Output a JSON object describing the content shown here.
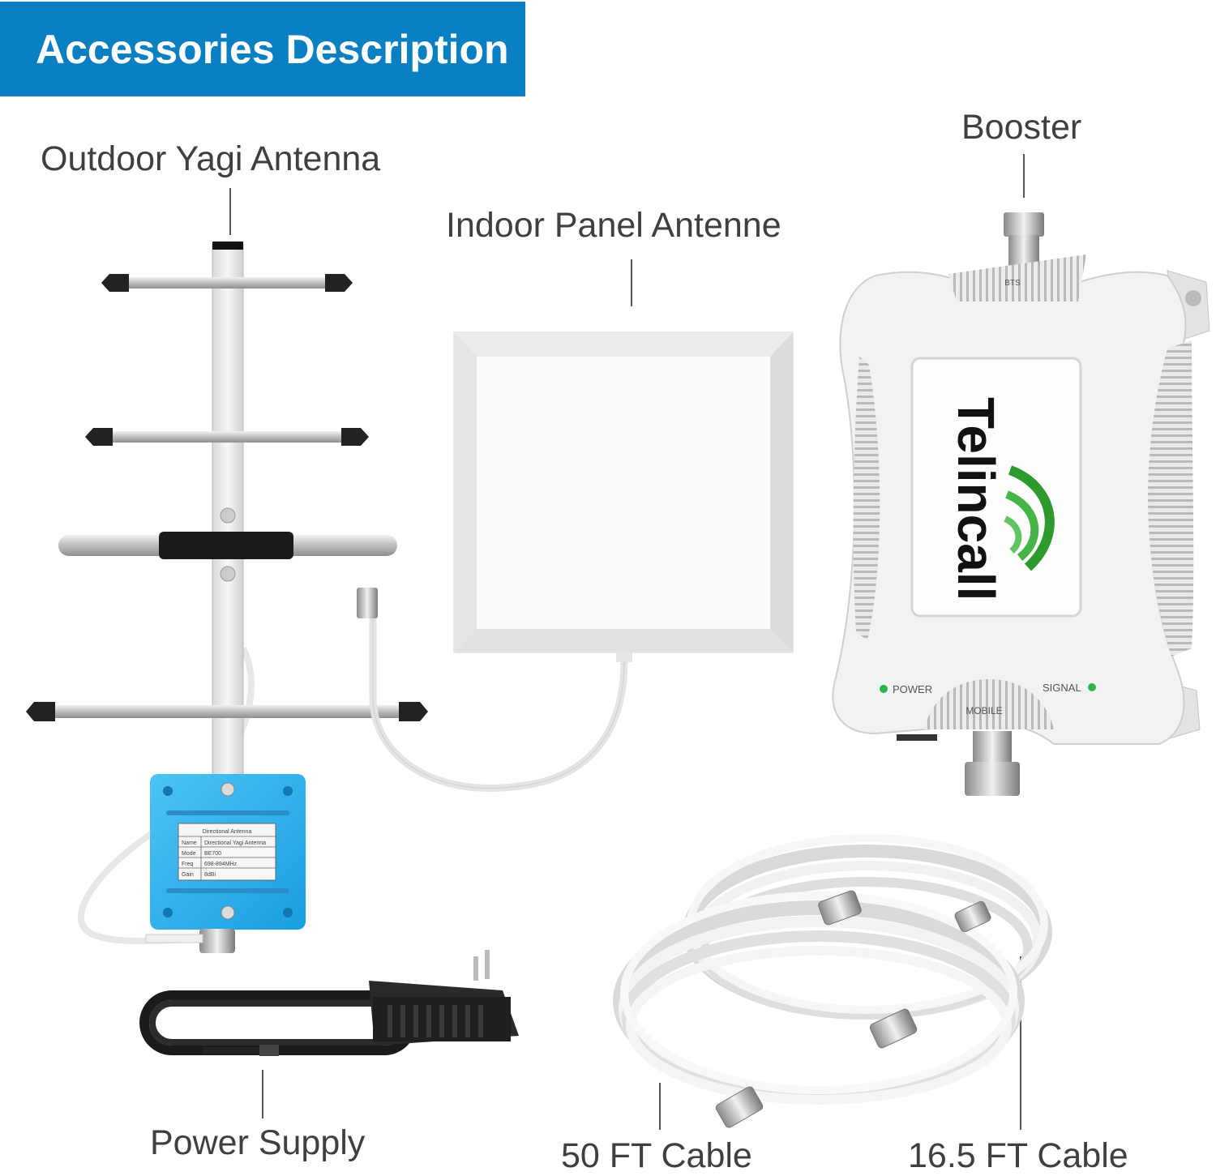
{
  "banner": {
    "title": "Accessories Description",
    "color": "#0a7fc2"
  },
  "labels": {
    "outdoor_antenna": "Outdoor Yagi Antenna",
    "indoor_antenna": "Indoor Panel Antenne",
    "booster": "Booster",
    "power_supply": "Power Supply",
    "cable_50": "50 FT Cable",
    "cable_16": "16.5 FT Cable"
  },
  "yagi_plate": {
    "heading": "Directional Antenna",
    "rows": [
      {
        "key": "Name",
        "value": "Directional Yagi Antenna"
      },
      {
        "key": "Mode",
        "value": "BE700"
      },
      {
        "key": "Freq",
        "value": "698-894MHz"
      },
      {
        "key": "Gain",
        "value": "8dBi"
      }
    ]
  },
  "booster": {
    "brand": "Telincall",
    "port_top": "BTS",
    "port_bottom": "MOBILE",
    "led_power": "POWER",
    "led_signal": "SIGNAL",
    "led_color": "#2fb24a"
  },
  "icons": [
    "yagi-antenna-icon",
    "panel-antenna-icon",
    "booster-icon",
    "power-adapter-icon",
    "coax-cable-icon"
  ]
}
